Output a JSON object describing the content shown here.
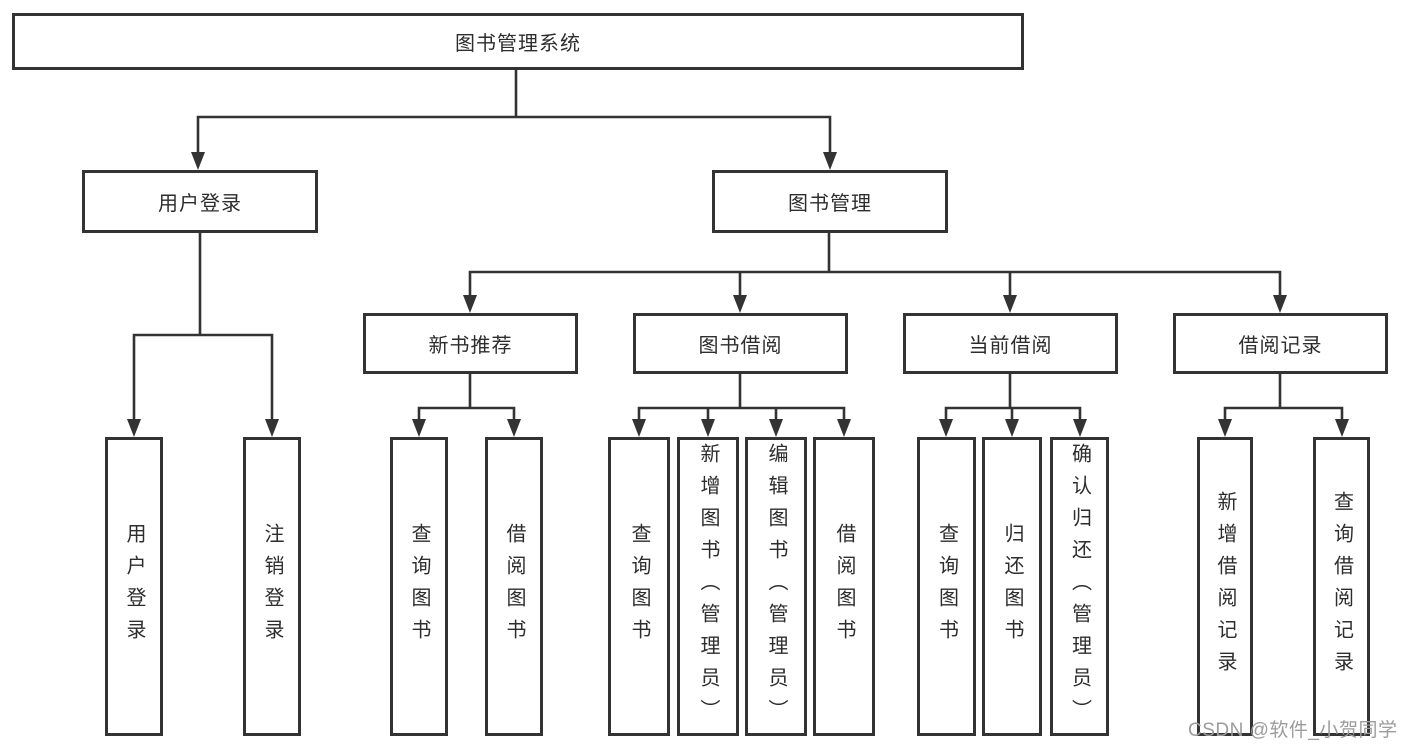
{
  "diagram": {
    "title": "图书管理系统",
    "tree": {
      "root": {
        "label": "图书管理系统",
        "children": [
          {
            "label": "用户登录",
            "children": [
              {
                "label": "用户登录"
              },
              {
                "label": "注销登录"
              }
            ]
          },
          {
            "label": "图书管理",
            "children": [
              {
                "label": "新书推荐",
                "children": [
                  {
                    "label": "查询图书"
                  },
                  {
                    "label": "借阅图书"
                  }
                ]
              },
              {
                "label": "图书借阅",
                "children": [
                  {
                    "label": "查询图书"
                  },
                  {
                    "label": "新增图书（管理员）"
                  },
                  {
                    "label": "编辑图书（管理员）"
                  },
                  {
                    "label": "借阅图书"
                  }
                ]
              },
              {
                "label": "当前借阅",
                "children": [
                  {
                    "label": "查询图书"
                  },
                  {
                    "label": "归还图书"
                  },
                  {
                    "label": "确认归还（管理员）"
                  }
                ]
              },
              {
                "label": "借阅记录",
                "children": [
                  {
                    "label": "新增借阅记录"
                  },
                  {
                    "label": "查询借阅记录"
                  }
                ]
              }
            ]
          }
        ]
      }
    },
    "colors": {
      "line": "#333333",
      "text": "#2d2d2d",
      "background": "#ffffff",
      "watermark": "#9c9c9c"
    }
  },
  "watermark": {
    "text": "CSDN @软件_小贺同学"
  }
}
